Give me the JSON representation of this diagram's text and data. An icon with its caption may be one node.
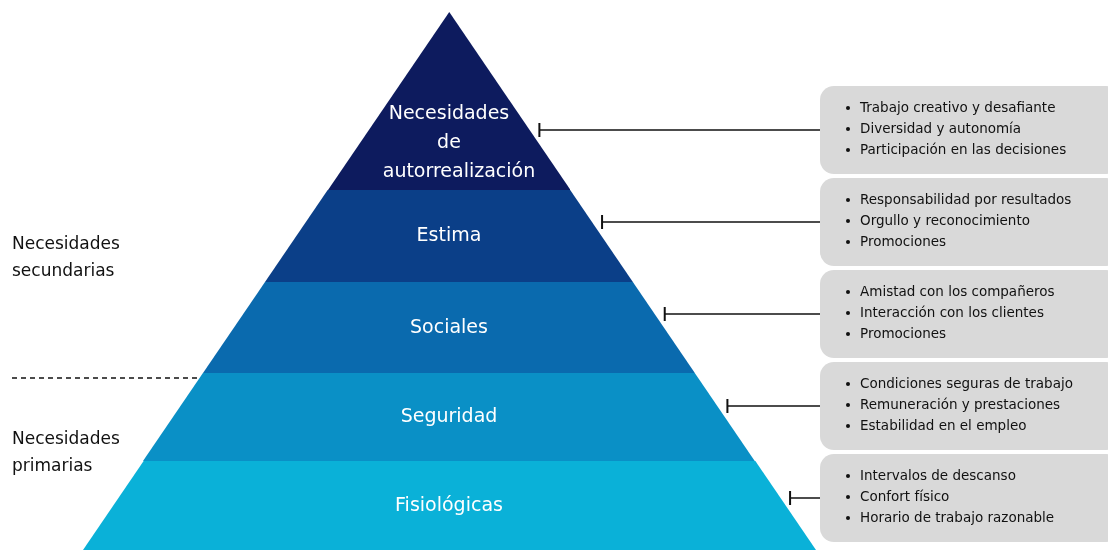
{
  "diagram": {
    "nodes": [
      {
        "text": [
          "Necesidades de autorrealización"
        ]
      },
      {
        "text": [
          "Estima"
        ]
      },
      {
        "text": [
          "Sociales"
        ]
      },
      {
        "text": [
          "Seguridad"
        ]
      },
      {
        "text": [
          "Fisiológicas"
        ]
      },
      {
        "text": [
          "Trabajo creativo y desafiante",
          "Diversidad y autonomía",
          "Participación en las decisiones"
        ]
      },
      {
        "text": [
          "Responsabilidad por resultados",
          "Orgullo y reconocimiento",
          "Promociones"
        ]
      },
      {
        "text": [
          "Amistad con los compañeros",
          "Interacción con los clientes",
          "Promociones"
        ]
      },
      {
        "text": [
          "Condiciones seguras de trabajo",
          "Remuneración y prestaciones",
          "Estabilidad en el empleo"
        ]
      },
      {
        "text": [
          "Intervalos de descanso",
          "Confort físico",
          "Horario de trabajo razonable"
        ]
      }
    ],
    "edges": [
      {
        "from": 5,
        "to": 0,
        "arrow": "other"
      },
      {
        "from": 6,
        "to": 1,
        "arrow": "other"
      },
      {
        "from": 7,
        "to": 2,
        "arrow": "other"
      },
      {
        "from": 8,
        "to": 3,
        "arrow": "other"
      },
      {
        "from": 9,
        "to": 4,
        "arrow": "other"
      }
    ],
    "labels": [
      "Necesidades secundarias",
      "Necesidades primarias"
    ]
  }
}
